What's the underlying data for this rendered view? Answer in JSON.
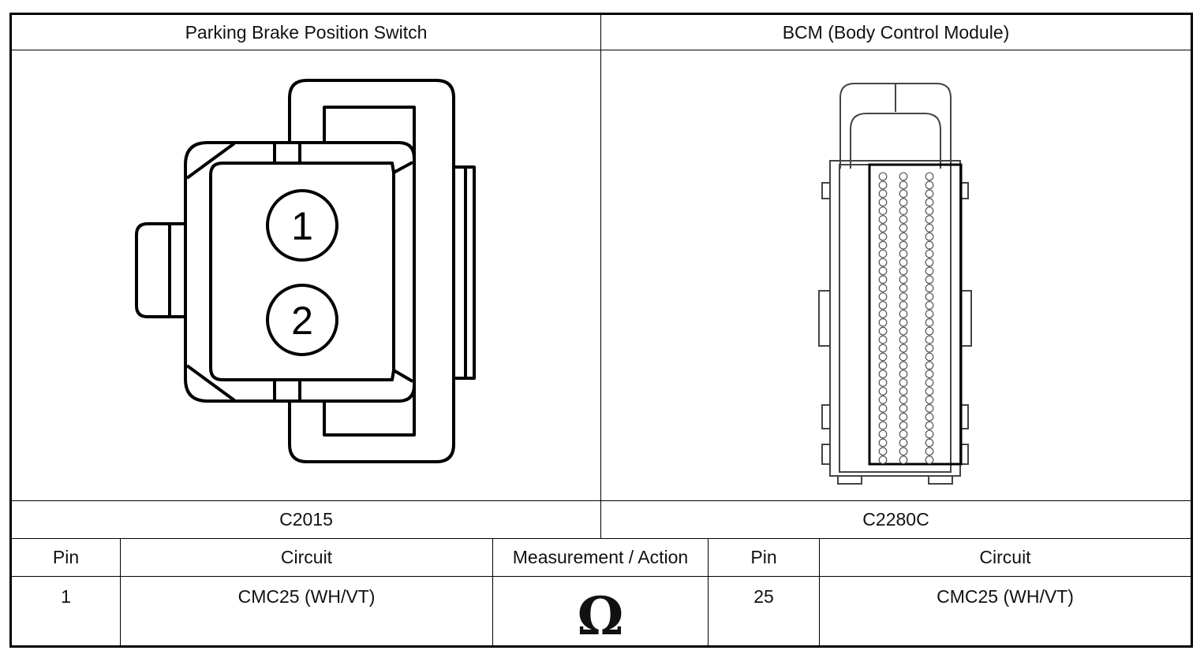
{
  "header": {
    "left_title": "Parking Brake Position Switch",
    "right_title": "BCM (Body Control Module)"
  },
  "connectors": {
    "left_id": "C2015",
    "right_id": "C2280C",
    "left_pins": [
      "1",
      "2"
    ]
  },
  "table": {
    "columns": [
      "Pin",
      "Circuit",
      "Measurement / Action",
      "Pin",
      "Circuit"
    ],
    "rows": [
      {
        "pin_a": "1",
        "circuit_a": "CMC25 (WH/VT)",
        "measurement_symbol": "Ω",
        "pin_b": "25",
        "circuit_b": "CMC25 (WH/VT)"
      }
    ]
  },
  "icons": {
    "measurement": "ohm-resistance-icon",
    "left_connector": "two-pin-connector-icon",
    "right_connector": "bcm-multi-pin-connector-icon"
  }
}
